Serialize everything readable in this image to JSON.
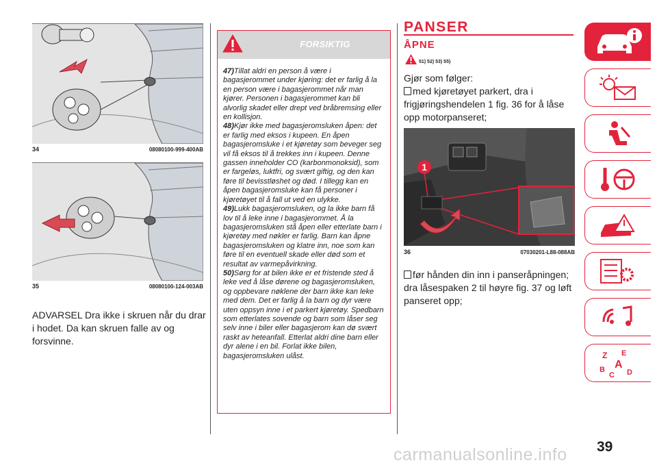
{
  "figure34": {
    "number": "34",
    "code": "08080100-999-400AB"
  },
  "figure35": {
    "number": "35",
    "code": "08080100-124-003AB"
  },
  "warning_text": "ADVARSEL Dra ikke i skruen når du drar i hodet. Da kan skruen falle av og forsvinne.",
  "caution": {
    "title": "FORSIKTIG",
    "items": [
      {
        "ref": "47)",
        "text": "Tillat aldri en person å være i bagasjerommet under kjøring: det er farlig å la en person være i bagasjerommet når man kjører. Personen i bagasjerommet kan bli alvorlig skadet eller drept ved bråbremsing eller en kollisjon."
      },
      {
        "ref": "48)",
        "text": "Kjør ikke med bagasjeromsluken åpen: det er farlig med eksos i kupeen. En åpen bagasjeromsluke i et kjøretøy som beveger seg vil få eksos til å trekkes inn i kupeen. Denne gassen inneholder CO (karbonmonoksid), som er fargeløs, luktfri, og svært giftig, og den kan føre til bevisstløshet og død. I tillegg kan en åpen bagasjeromsluke kan få personer i kjøretøyet til å fall ut ved en ulykke."
      },
      {
        "ref": "49)",
        "text": "Lukk bagasjeromsluken, og la ikke barn få lov til å leke inne i bagasjerommet. Å la bagasjeromsluken stå åpen eller etterlate barn i kjøretøy med nøkler er farlig. Barn kan åpne bagasjeromsluken og klatre inn, noe som kan føre til en eventuell skade eller død som et resultat av varmepåvirkning."
      },
      {
        "ref": "50)",
        "text": "Sørg for at bilen ikke er et fristende sted å leke ved å låse dørene og bagasjeromsluken, og oppbevare nøklene der barn ikke kan leke med dem. Det er farlig å la barn og dyr være uten oppsyn inne i et parkert kjøretøy. Spedbarn som etterlates sovende og barn som låser seg selv inne i biler eller bagasjerom kan dø svært raskt av heteanfall. Etterlat aldri dine barn eller dyr alene i en bil. Forlat ikke bilen, bagasjeromsluken ulåst."
      }
    ]
  },
  "section": {
    "title": "PANSER",
    "subtitle": "ÅPNE",
    "refs": "51) 52) 53) 55)",
    "intro": "Gjør som følger:",
    "step1": "med kjøretøyet parkert, dra i frigjøringshendelen 1 fig. 36 for å låse opp motorpanseret;",
    "step2": "før hånden din inn i panseråpningen; dra låsespaken 2 til høyre fig. 37 og løft panseret opp;"
  },
  "figure36": {
    "number": "36",
    "code": "07030201-L88-088AB",
    "callout": "1"
  },
  "page_number": "39",
  "watermark": "carmanualsonline.info",
  "colors": {
    "accent": "#e2233b",
    "caution_header": "#d7d7d7"
  },
  "side_tabs": [
    "car-info-icon",
    "lights-mail-icon",
    "seat-airbag-icon",
    "key-steering-icon",
    "warning-car-icon",
    "checklist-gear-icon",
    "radio-music-icon",
    "index-letters-icon"
  ]
}
